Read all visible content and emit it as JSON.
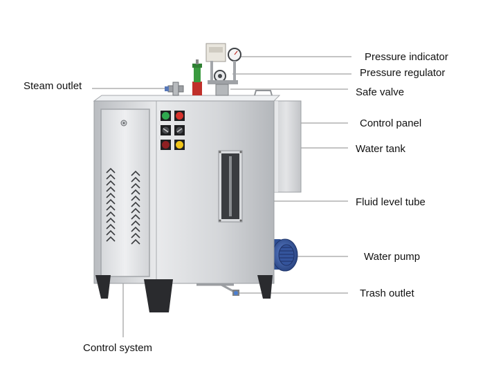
{
  "labels": {
    "pressure_indicator": "Pressure indicator",
    "pressure_regulator": "Pressure regulator",
    "safe_valve": "Safe valve",
    "control_panel": "Control panel",
    "water_tank": "Water tank",
    "fluid_level_tube": "Fluid level tube",
    "water_pump": "Water pump",
    "trash_outlet": "Trash outlet",
    "steam_outlet": "Steam outlet",
    "control_system": "Control system"
  },
  "colors": {
    "body_steel": "#d7d9dc",
    "panel_steel": "#e6e7e9",
    "pump_blue": "#3d5fa8",
    "button_green": "#2fa84f",
    "button_red": "#d6322c",
    "button_yellow": "#f0c419",
    "valve_green": "#3a9a3f",
    "valve_red": "#c0302a",
    "leader_line": "#888888"
  }
}
